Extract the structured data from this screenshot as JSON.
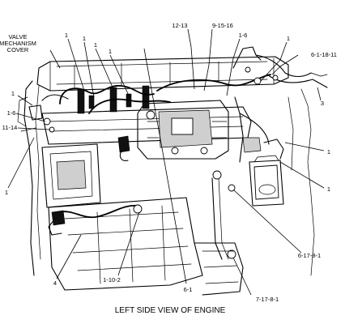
{
  "callouts": {
    "valve_cover": [
      "VALVE",
      "MECHANISM",
      "COVER"
    ],
    "c_12_13": "12-13",
    "c_9_15_16": "9-15-16",
    "c_1_6_top": "1-6",
    "c_1_top_right": "1",
    "c_6_1_18_11": "6-1-18-11",
    "c_3": "3",
    "c_1_tl_a": "1",
    "c_1_tl_b": "1",
    "c_1_tl_c": "1",
    "c_1_tl_d": "1",
    "c_1_left": "1",
    "c_1_6_left": "1-6",
    "c_11_14": "11-14",
    "c_1_lower_left": "1",
    "c_1_right_a": "1",
    "c_1_right_b": "1",
    "c_6_17_8_1": "6-17-8-1",
    "c_4": "4",
    "c_1_10_2": "1-10-2",
    "c_6_1": "6-1",
    "c_7_17_8_1": "7-17-8-1"
  },
  "caption": "LEFT SIDE VIEW OF ENGINE"
}
